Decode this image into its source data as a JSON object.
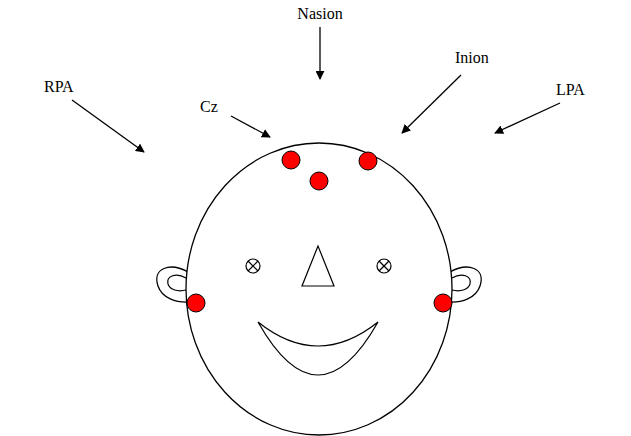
{
  "diagram": {
    "labels": [
      "Nasion",
      "Cz",
      "Inion",
      "RPA",
      "LPA"
    ]
  }
}
